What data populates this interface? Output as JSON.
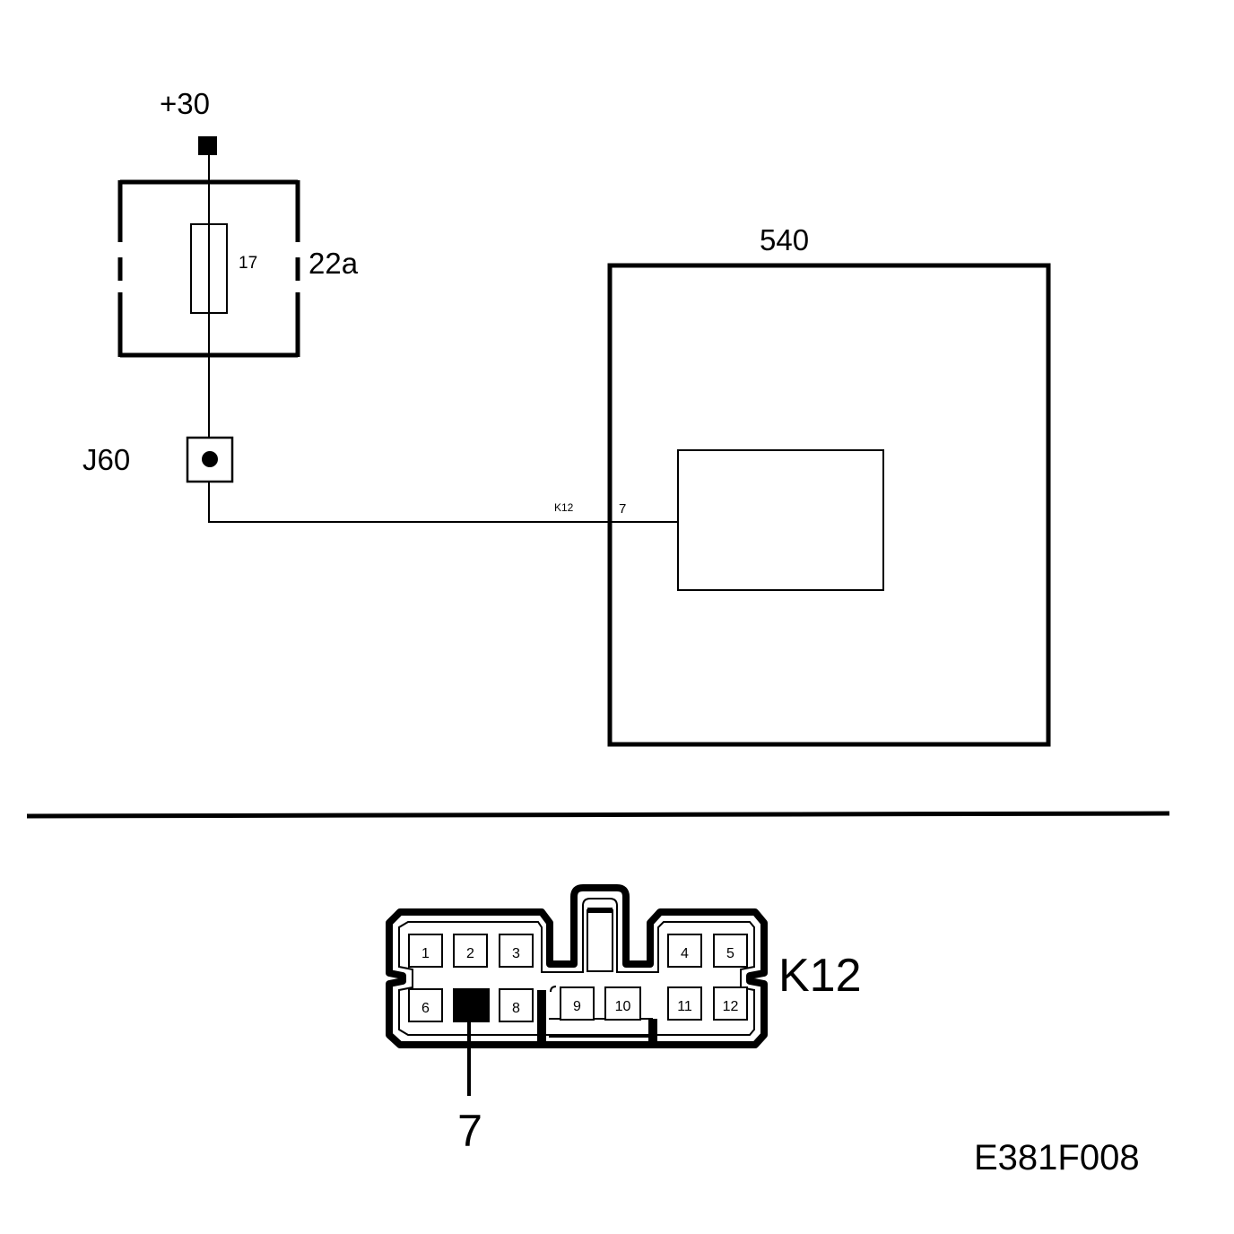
{
  "power": {
    "label": "+30"
  },
  "fuse_box": {
    "label": "22a",
    "fuse_number": "17"
  },
  "junction": {
    "label": "J60"
  },
  "wire": {
    "connector": "K12",
    "pin": "7"
  },
  "module": {
    "label": "540"
  },
  "connector_view": {
    "label": "K12",
    "highlighted_pin": "7",
    "pins_top_left": [
      "1",
      "2",
      "3"
    ],
    "pins_top_right": [
      "4",
      "5"
    ],
    "pins_bottom_left": [
      "6",
      "8"
    ],
    "pins_bottom_middle": [
      "9",
      "10"
    ],
    "pins_bottom_right": [
      "11",
      "12"
    ]
  },
  "figure_code": "E381F008"
}
